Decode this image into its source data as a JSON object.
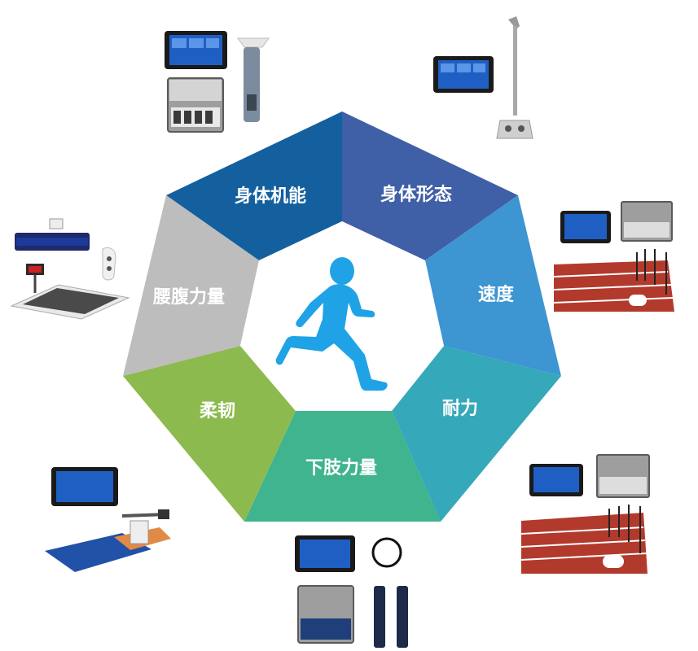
{
  "diagram": {
    "center_icon": "running-man-icon",
    "segments": [
      {
        "id": "body-function",
        "label": "身体机能",
        "color": "#14609e"
      },
      {
        "id": "body-morphology",
        "label": "身体形态",
        "color": "#3f5fa6"
      },
      {
        "id": "speed",
        "label": "速度",
        "color": "#3d95d2"
      },
      {
        "id": "endurance",
        "label": "耐力",
        "color": "#35a8ba"
      },
      {
        "id": "lower-limb",
        "label": "下肢力量",
        "color": "#3fb48e"
      },
      {
        "id": "flexibility",
        "label": "柔韧",
        "color": "#8dba4f"
      },
      {
        "id": "core-strength",
        "label": "腰腹力量",
        "color": "#bdbdbd"
      }
    ],
    "equipment_icons": [
      "spirometer-kit-icon",
      "height-weight-scale-icon",
      "speed-timing-gates-icon",
      "endurance-timing-gates-icon",
      "long-jump-mat-kit-icon",
      "sit-and-reach-icon",
      "sit-up-tester-icon"
    ],
    "colors": {
      "track": "#b23a2c",
      "runner": "#1fa3e6",
      "tablet_screen": "#1f5fc4"
    }
  }
}
